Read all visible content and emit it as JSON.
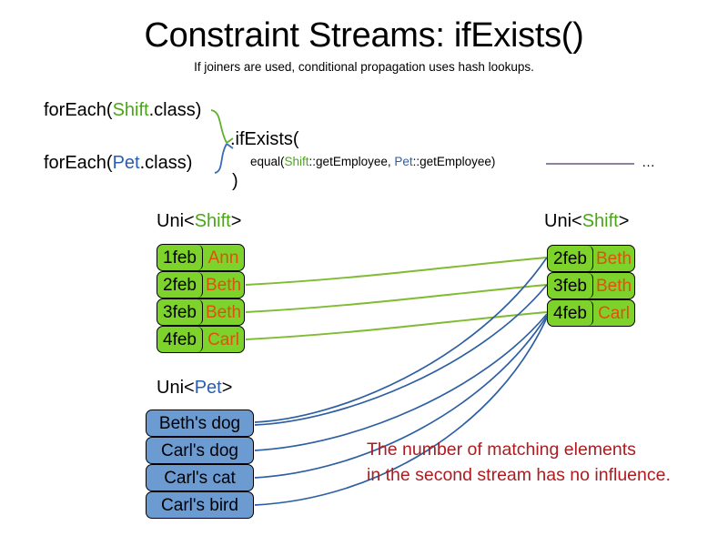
{
  "header": {
    "title": "Constraint Streams: ifExists()",
    "subtitle": "If joiners are used, conditional propagation uses hash lookups."
  },
  "code": {
    "foreach_shift_prefix": "forEach(",
    "foreach_shift_type": "Shift",
    "foreach_shift_suffix": ".class)",
    "foreach_pet_prefix": "forEach(",
    "foreach_pet_type": "Pet",
    "foreach_pet_suffix": ".class)",
    "if_exists": ".ifExists(",
    "close_paren": ")",
    "equal_prefix": "equal(",
    "equal_shift_type": "Shift",
    "equal_shift_method": "::getEmployee, ",
    "equal_pet_type": "Pet",
    "equal_pet_method": "::getEmployee)",
    "ellipsis": "…"
  },
  "streams": {
    "shift_left": {
      "label_prefix": "Uni<",
      "label_type": "Shift",
      "label_suffix": ">",
      "rows": [
        {
          "id": "1feb",
          "name": "Ann"
        },
        {
          "id": "2feb",
          "name": "Beth"
        },
        {
          "id": "3feb",
          "name": "Beth"
        },
        {
          "id": "4feb",
          "name": "Carl"
        }
      ]
    },
    "shift_right": {
      "label_prefix": "Uni<",
      "label_type": "Shift",
      "label_suffix": ">",
      "rows": [
        {
          "id": "2feb",
          "name": "Beth"
        },
        {
          "id": "3feb",
          "name": "Beth"
        },
        {
          "id": "4feb",
          "name": "Carl"
        }
      ]
    },
    "pet": {
      "label_prefix": "Uni<",
      "label_type": "Pet",
      "label_suffix": ">",
      "rows": [
        {
          "name": "Beth's dog"
        },
        {
          "name": "Carl's dog"
        },
        {
          "name": "Carl's cat"
        },
        {
          "name": "Carl's bird"
        }
      ]
    }
  },
  "annotation": {
    "line1": "The number of matching elements",
    "line2": "in the second stream has no influence."
  },
  "colors": {
    "shift_green": "#7DD22B",
    "shift_green_text": "#4BA519",
    "pet_blue": "#6C9BD2",
    "pet_blue_text": "#2A5DB0",
    "name_orange": "#E0510F",
    "annotation_red": "#AD1C20",
    "wire_green": "#7FBB33",
    "wire_blue": "#2E5FA3",
    "rule_purple": "#7E6E91"
  }
}
